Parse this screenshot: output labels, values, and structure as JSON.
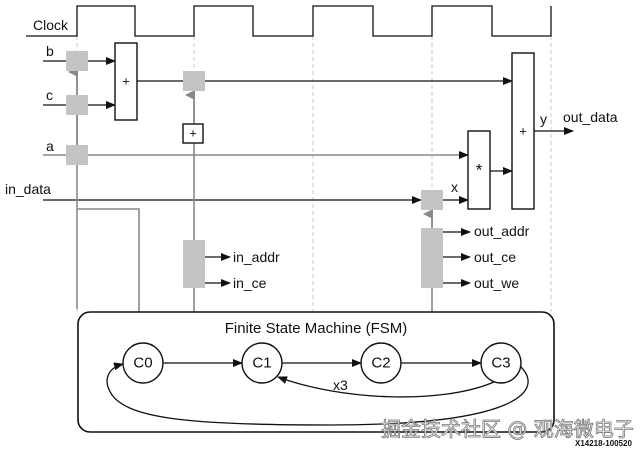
{
  "clock": {
    "label": "Clock"
  },
  "inputs": {
    "b": "b",
    "c": "c",
    "a": "a",
    "in_data": "in_data"
  },
  "operators": {
    "add1": "+",
    "add_addr": "+",
    "mult": "*",
    "add_out": "+"
  },
  "signals": {
    "x": "x",
    "y": "y",
    "out_data": "out_data"
  },
  "in_ports": [
    "in_addr",
    "in_ce"
  ],
  "out_ports": [
    "out_addr",
    "out_ce",
    "out_we"
  ],
  "fsm": {
    "title": "Finite State Machine (FSM)",
    "states": [
      "C0",
      "C1",
      "C2",
      "C3"
    ],
    "loop_label": "x3"
  },
  "watermark": "掘金技术社区 @ 观海微电子",
  "figure_id": "X14218-100520",
  "colors": {
    "register": "#c4c4c4",
    "control_wire": "#888888",
    "wire": "#111111"
  }
}
